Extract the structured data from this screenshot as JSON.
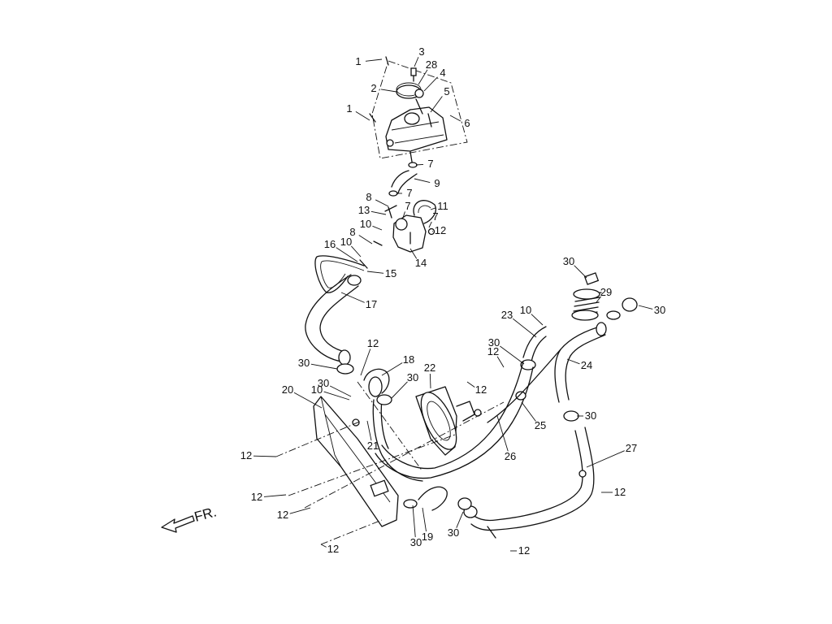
{
  "callouts": [
    {
      "id": "1a",
      "label": "1"
    },
    {
      "id": "1b",
      "label": "1"
    },
    {
      "id": "2",
      "label": "2"
    },
    {
      "id": "3",
      "label": "3"
    },
    {
      "id": "28",
      "label": "28"
    },
    {
      "id": "4",
      "label": "4"
    },
    {
      "id": "5",
      "label": "5"
    },
    {
      "id": "6",
      "label": "6"
    },
    {
      "id": "7a",
      "label": "7"
    },
    {
      "id": "9",
      "label": "9"
    },
    {
      "id": "7b",
      "label": "7"
    },
    {
      "id": "8a",
      "label": "8"
    },
    {
      "id": "13",
      "label": "13"
    },
    {
      "id": "7c",
      "label": "7"
    },
    {
      "id": "11",
      "label": "11"
    },
    {
      "id": "7d",
      "label": "7"
    },
    {
      "id": "10a",
      "label": "10"
    },
    {
      "id": "8b",
      "label": "8"
    },
    {
      "id": "12a",
      "label": "12"
    },
    {
      "id": "10b",
      "label": "10"
    },
    {
      "id": "16",
      "label": "16"
    },
    {
      "id": "14",
      "label": "14"
    },
    {
      "id": "15",
      "label": "15"
    },
    {
      "id": "17",
      "label": "17"
    },
    {
      "id": "30a",
      "label": "30"
    },
    {
      "id": "29",
      "label": "29"
    },
    {
      "id": "30b",
      "label": "30"
    },
    {
      "id": "10c",
      "label": "10"
    },
    {
      "id": "23",
      "label": "23"
    },
    {
      "id": "12b",
      "label": "12"
    },
    {
      "id": "30c",
      "label": "30"
    },
    {
      "id": "12c",
      "label": "12"
    },
    {
      "id": "18",
      "label": "18"
    },
    {
      "id": "24",
      "label": "24"
    },
    {
      "id": "30d",
      "label": "30"
    },
    {
      "id": "22",
      "label": "22"
    },
    {
      "id": "30e",
      "label": "30"
    },
    {
      "id": "12d",
      "label": "12"
    },
    {
      "id": "20",
      "label": "20"
    },
    {
      "id": "10d",
      "label": "10"
    },
    {
      "id": "30f",
      "label": "30"
    },
    {
      "id": "25",
      "label": "25"
    },
    {
      "id": "30g",
      "label": "30"
    },
    {
      "id": "21",
      "label": "21"
    },
    {
      "id": "26",
      "label": "26"
    },
    {
      "id": "12e",
      "label": "12"
    },
    {
      "id": "27",
      "label": "27"
    },
    {
      "id": "12f",
      "label": "12"
    },
    {
      "id": "12g",
      "label": "12"
    },
    {
      "id": "12h",
      "label": "12"
    },
    {
      "id": "30h",
      "label": "30"
    },
    {
      "id": "19",
      "label": "19"
    },
    {
      "id": "30i",
      "label": "30"
    },
    {
      "id": "12i",
      "label": "12"
    },
    {
      "id": "12j",
      "label": "12"
    }
  ],
  "front_label": "FR."
}
